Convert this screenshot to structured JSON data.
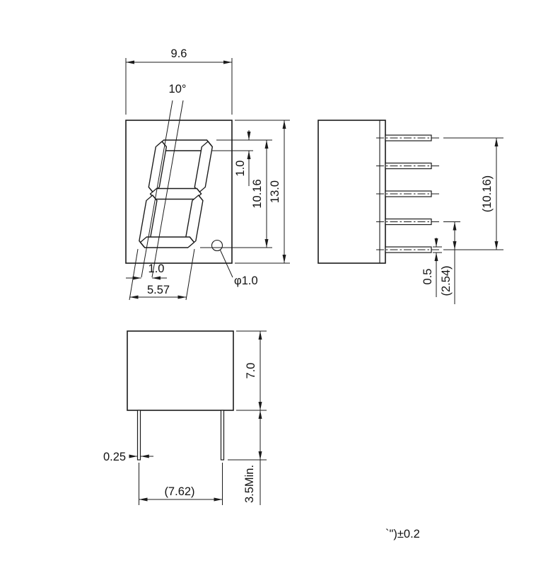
{
  "drawing": {
    "front_view": {
      "overall_width": "9.6",
      "digit_tilt": "10°",
      "segment_width_top": "1.0",
      "digit_height": "10.16",
      "overall_height": "13.0",
      "segment_width_bottom": "1.0",
      "digit_width": "5.57",
      "decimal_point_diameter": "φ1.0"
    },
    "side_view": {
      "lead_span": "(10.16)",
      "lead_thickness": "0.5",
      "lead_pitch": "(2.54)"
    },
    "bottom_view": {
      "package_depth": "7.0",
      "lead_length": "3.5Min.",
      "lead_width": "0.25",
      "lead_row_spacing": "(7.62)"
    },
    "tolerance_note": "`\")±0.2",
    "ink_color": "#1b1b1b"
  }
}
